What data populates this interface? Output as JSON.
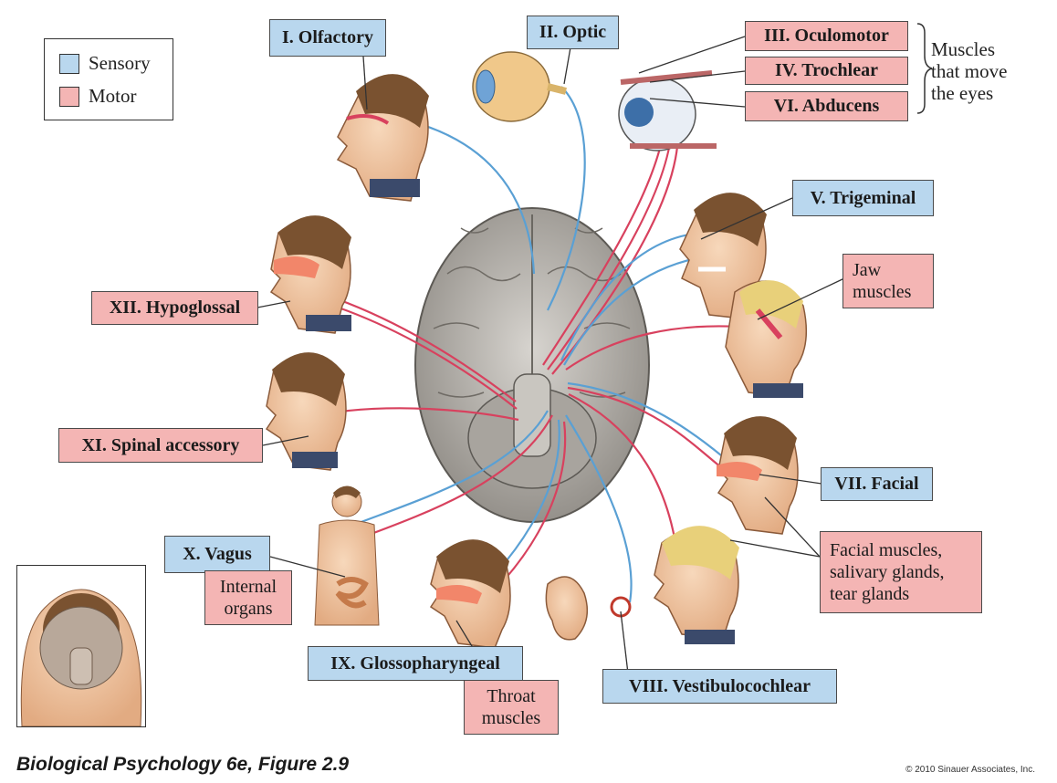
{
  "legend": {
    "sensory_label": "Sensory",
    "motor_label": "Motor",
    "sensory_color": "#b9d7ee",
    "motor_color": "#f4b5b4"
  },
  "nerves": {
    "olfactory": "I. Olfactory",
    "optic": "II. Optic",
    "oculomotor": "III. Oculomotor",
    "trochlear": "IV. Trochlear",
    "abducens": "VI. Abducens",
    "trigeminal": "V. Trigeminal",
    "facial": "VII. Facial",
    "vestibulocochlear": "VIII. Vestibulocochlear",
    "glossopharyngeal": "IX. Glossopharyngeal",
    "vagus": "X. Vagus",
    "spinal_accessory": "XI. Spinal accessory",
    "hypoglossal": "XII. Hypoglossal"
  },
  "notes": {
    "eyes_line1": "Muscles",
    "eyes_line2": "that move",
    "eyes_line3": "the eyes",
    "jaw_line1": "Jaw",
    "jaw_line2": "muscles",
    "internal_line1": "Internal",
    "internal_line2": "organs",
    "throat_line1": "Throat",
    "throat_line2": "muscles",
    "facial_line1": "Facial muscles,",
    "facial_line2": "salivary glands,",
    "facial_line3": "tear glands"
  },
  "caption": "Biological Psychology 6e, Figure 2.9",
  "copyright": "© 2010 Sinauer Associates, Inc.",
  "colors": {
    "sensory_line": "#5aa0d4",
    "motor_line": "#d8415e",
    "skin": "#f2c9a4",
    "hair": "#7a5230",
    "brain": "#b8b4ae"
  }
}
